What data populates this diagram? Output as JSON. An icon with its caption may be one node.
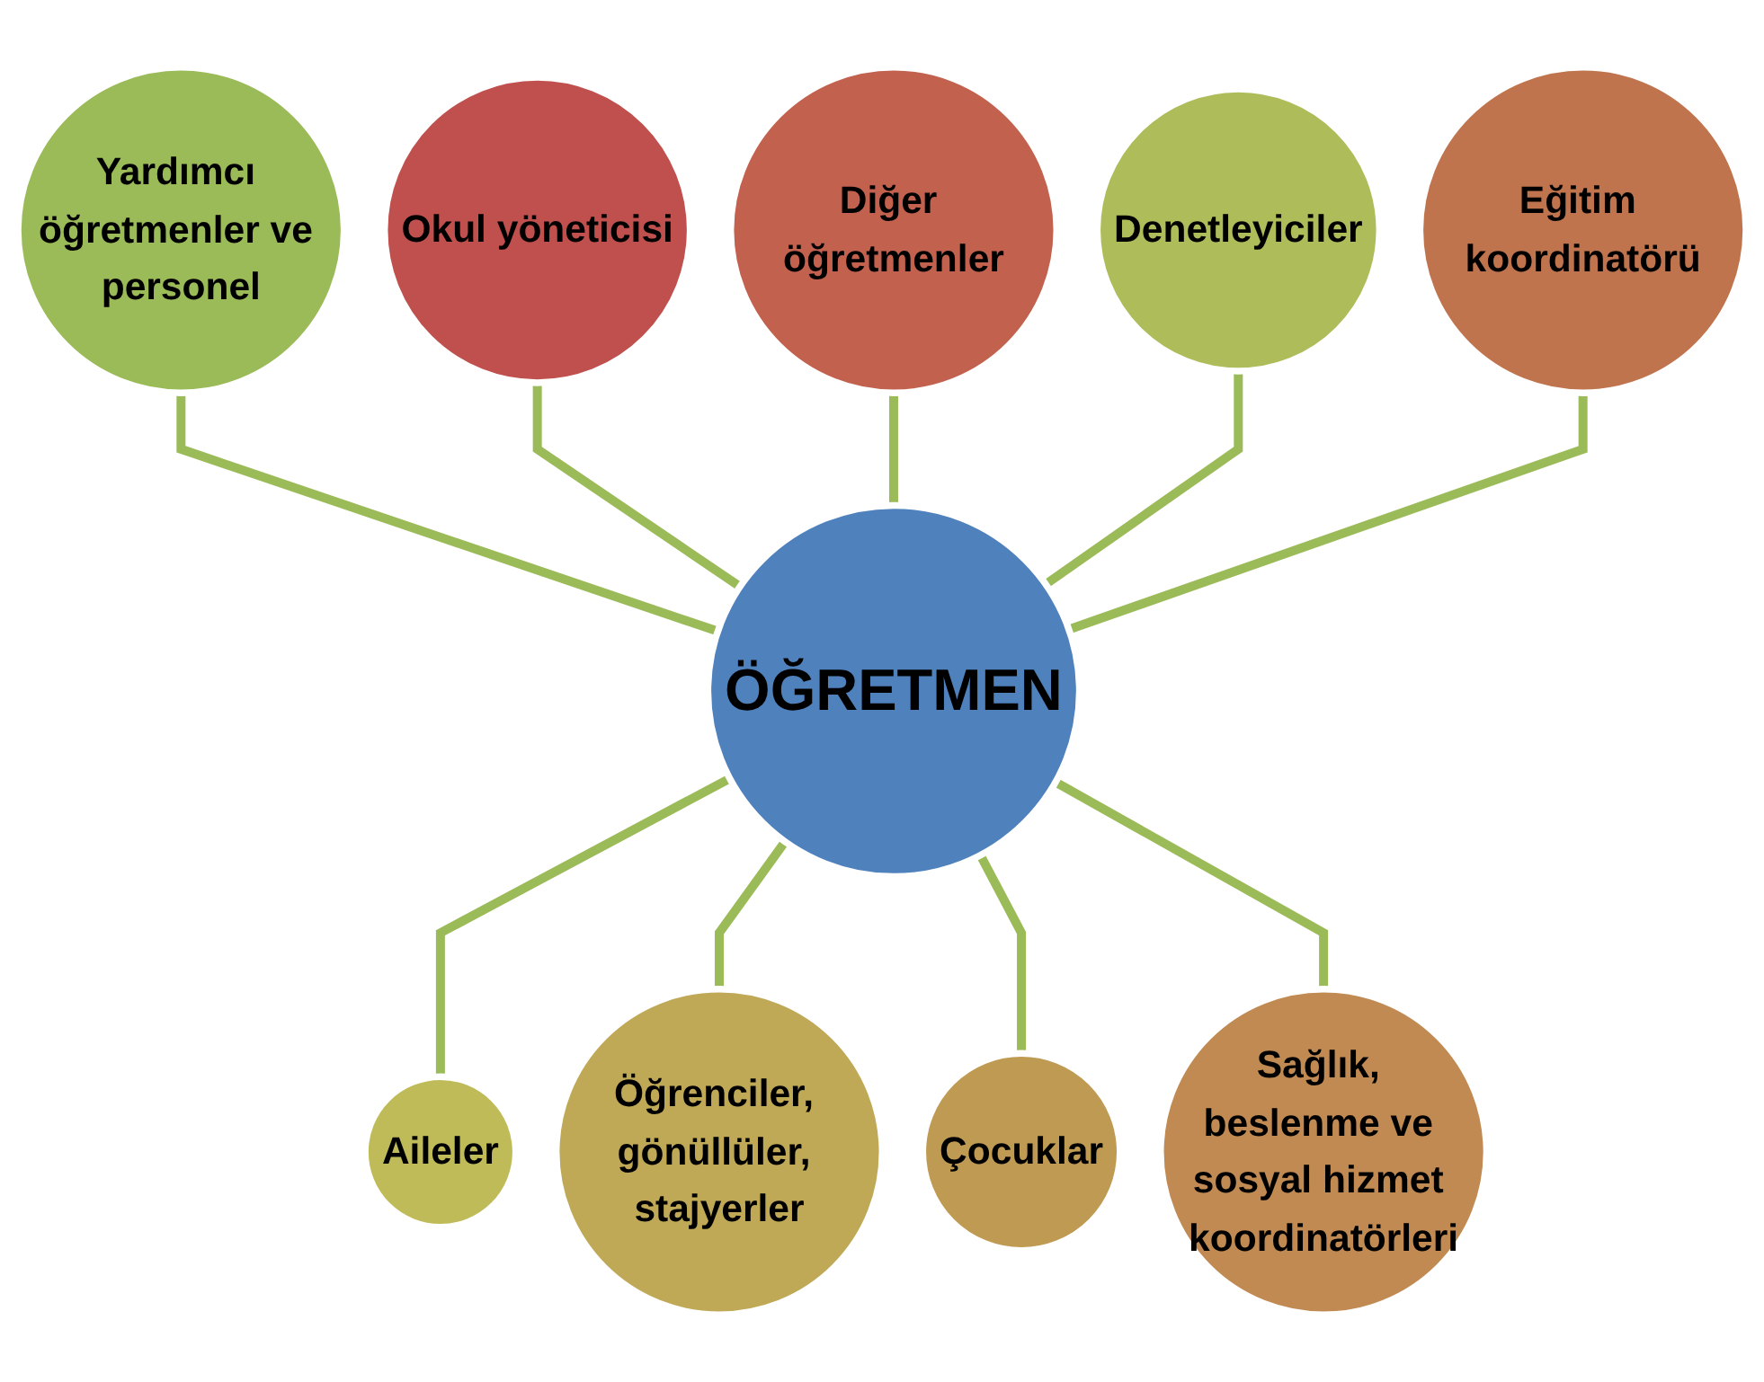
{
  "diagram": {
    "nodes": [
      {
        "text": [
          "ÖĞRETMEN"
        ]
      },
      {
        "text": [
          "Okul yöneticisi"
        ]
      },
      {
        "text": [
          "Diğer öğretmenler"
        ]
      },
      {
        "text": [
          "Eğitim koordinatörü"
        ]
      },
      {
        "text": [
          "Sağlık, beslenme ve sosyal hizmet koordinatörleri"
        ]
      },
      {
        "text": [
          "Çocuklar"
        ]
      },
      {
        "text": [
          "Öğrenciler, gönüllüler, stajyerler"
        ]
      },
      {
        "text": [
          "Aileler"
        ]
      },
      {
        "text": [
          "Denetleyiciler"
        ]
      },
      {
        "text": [
          "Yardımcı öğretmenler ve personel"
        ]
      }
    ],
    "edges": [
      {
        "from": 9,
        "to": 0,
        "arrow": "none"
      },
      {
        "from": 1,
        "to": 0,
        "arrow": "none"
      },
      {
        "from": 2,
        "to": 0,
        "arrow": "none"
      },
      {
        "from": 8,
        "to": 0,
        "arrow": "none"
      },
      {
        "from": 3,
        "to": 0,
        "arrow": "none"
      },
      {
        "from": 0,
        "to": 7,
        "arrow": "none"
      },
      {
        "from": 0,
        "to": 6,
        "arrow": "none"
      },
      {
        "from": 0,
        "to": 5,
        "arrow": "none"
      },
      {
        "from": 0,
        "to": 4,
        "arrow": "none"
      }
    ]
  }
}
